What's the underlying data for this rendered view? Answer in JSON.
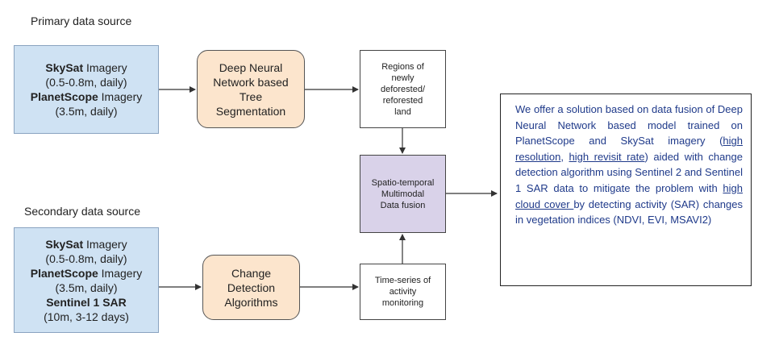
{
  "primary": {
    "label": "Primary data source",
    "lines": [
      {
        "bold": "SkySat",
        "text": " Imagery"
      },
      {
        "bold": "",
        "text": "(0.5-0.8m, daily)"
      },
      {
        "bold": "PlanetScope",
        "text": " Imagery"
      },
      {
        "bold": "",
        "text": "(3.5m, daily)"
      }
    ]
  },
  "secondary": {
    "label": "Secondary data source",
    "lines": [
      {
        "bold": "SkySat",
        "text": " Imagery"
      },
      {
        "bold": "",
        "text": "(0.5-0.8m, daily)"
      },
      {
        "bold": "PlanetScope",
        "text": " Imagery"
      },
      {
        "bold": "",
        "text": "(3.5m, daily)"
      },
      {
        "bold": "Sentinel 1 SAR",
        "text": ""
      },
      {
        "bold": "",
        "text": "(10m, 3-12 days)"
      }
    ]
  },
  "dnn_box": {
    "lines": [
      "Deep Neural",
      "Network based",
      "Tree",
      "Segmentation"
    ]
  },
  "change_box": {
    "lines": [
      "Change",
      "Detection",
      "Algorithms"
    ]
  },
  "regions_box": {
    "lines": [
      "Regions of",
      "newly",
      "deforested/",
      "reforested",
      "land"
    ]
  },
  "timeseries_box": {
    "lines": [
      "Time-series of",
      "activity",
      "monitoring"
    ]
  },
  "fusion_box": {
    "lines": [
      "Spatio-temporal",
      "Multimodal",
      "Data fusion"
    ]
  },
  "description": {
    "segments": [
      {
        "t": "We offer a solution based on data fusion of Deep Neural Network based model trained on PlanetScope and SkySat imagery (",
        "u": false
      },
      {
        "t": "high resolution",
        "u": true
      },
      {
        "t": ", ",
        "u": false
      },
      {
        "t": "high revisit rate",
        "u": true
      },
      {
        "t": ") aided with change detection algorithm using Sentinel 2 and Sentinel 1 SAR data to mitigate the problem with ",
        "u": false
      },
      {
        "t": "high cloud cover ",
        "u": true
      },
      {
        "t": "by detecting activity (SAR) changes in vegetation indices (NDVI, EVI, MSAVI2)",
        "u": false
      }
    ]
  },
  "colors": {
    "source_fill": "#cfe2f3",
    "process_fill": "#fce5cd",
    "fusion_fill": "#d9d2e9",
    "description_text": "#1f3a8a"
  }
}
